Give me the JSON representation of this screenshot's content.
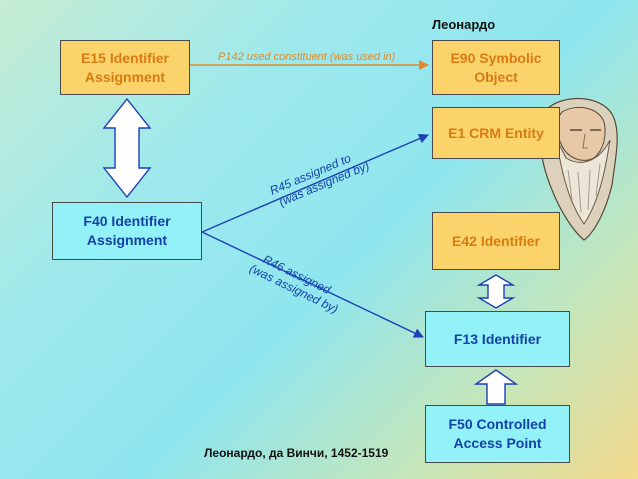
{
  "boxes": {
    "e15": "E15 Identifier\nAssignment",
    "e90": "E90 Symbolic\nObject",
    "e1": "E1 CRM Entity",
    "f40": "F40 Identifier\nAssignment",
    "e42": "E42 Identifier",
    "f13": "F13 Identifier",
    "f50": "F50 Controlled\nAccess Point"
  },
  "edges": {
    "p142": "P142 used constituent (was used in)",
    "r45_line1": "R45 assigned to",
    "r45_line2": "(was assigned by)",
    "r46_line1": "R46 assigned",
    "r46_line2": "(was assigned by)"
  },
  "labels": {
    "top_name": "Леонардо",
    "caption": "Леонардо, да Винчи, 1452-1519"
  },
  "colors": {
    "orange_box_fill": "#fbd36b",
    "orange_text": "#d97b11",
    "cyan_box_fill": "#93f2f7",
    "blue_text": "#1542a8",
    "edge_blue": "#1d3fb8",
    "edge_orange": "#e08a2a"
  }
}
